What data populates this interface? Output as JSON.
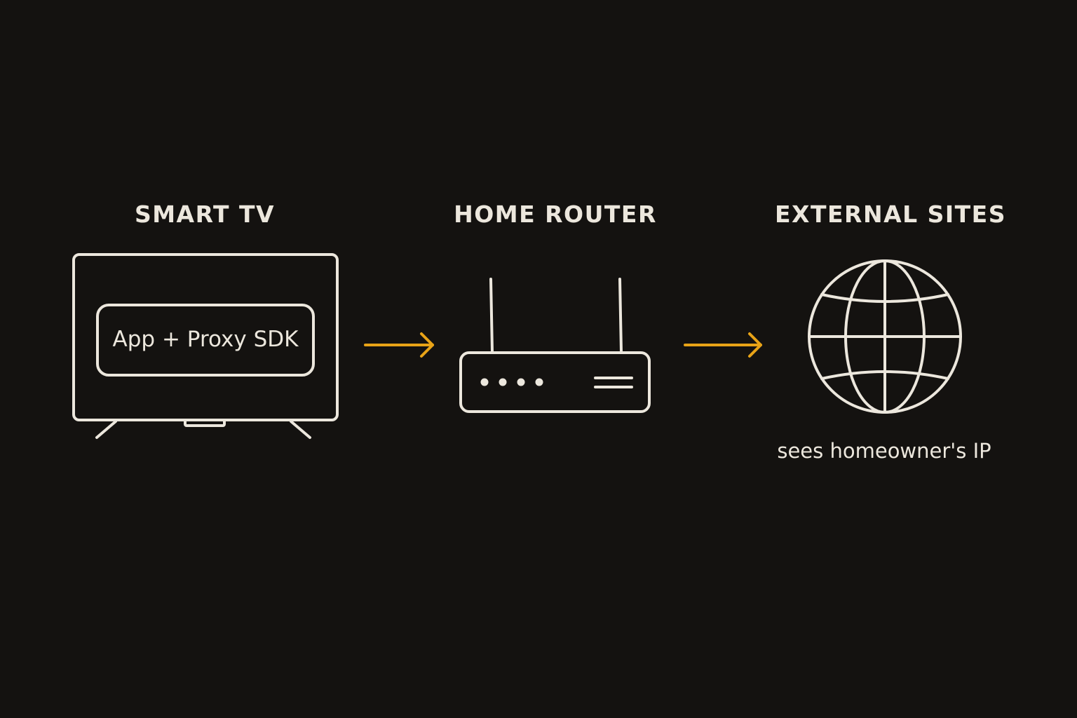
{
  "nodes": {
    "tv": {
      "title": "SMART TV",
      "inner_label": "App + Proxy SDK"
    },
    "router": {
      "title": "HOME ROUTER"
    },
    "sites": {
      "title": "EXTERNAL SITES",
      "caption": "sees homeowner's IP"
    }
  },
  "colors": {
    "background": "#141210",
    "stroke": "#ece7dd",
    "arrow": "#e8a317"
  },
  "icons": [
    "tv-icon",
    "router-icon",
    "globe-icon",
    "arrow-right-icon"
  ]
}
